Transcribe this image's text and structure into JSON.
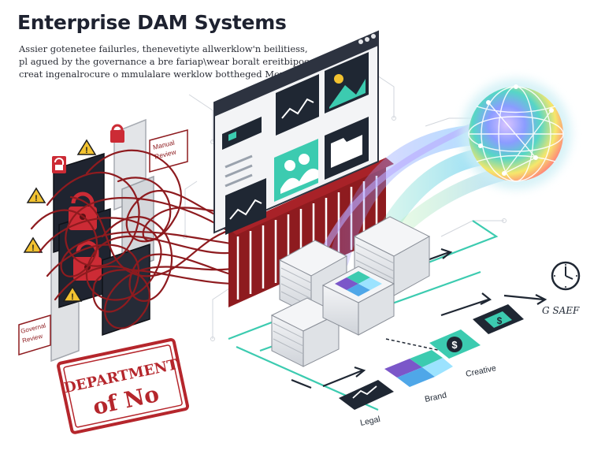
{
  "header": {
    "title": "Enterprise DAM Systems",
    "subtitle_lines": [
      "Assier gotenetee failurles, thenevetiyte allwerklow'n beilitiess,",
      "pl agued by the governance a bre fariap\\wear boralt ereitbipoce",
      "creat ingenalrocure o mmulalare werklow bottheged Monds."
    ]
  },
  "labels": {
    "manual_review": [
      "Manual",
      "Review"
    ],
    "governal_review": [
      "Governal",
      "Review"
    ],
    "stamp": [
      "DEPARTMENT",
      "of No"
    ],
    "legal": "Legal",
    "brand": "Brand",
    "creative": "Creative",
    "safe": "G SAEF"
  },
  "colors": {
    "dark_red": "#8e1b1f",
    "lock_red": "#cc2b35",
    "teal": "#3ccbb0",
    "navy": "#1f2733",
    "stamp_red": "#b5262c",
    "warning_yellow": "#f2c230"
  },
  "icons": [
    "lock-icon",
    "warning-icon",
    "dollar-icon",
    "clock-icon",
    "folder-icon",
    "chart-icon",
    "image-icon",
    "people-icon",
    "globe-icon",
    "arrow-icon"
  ]
}
